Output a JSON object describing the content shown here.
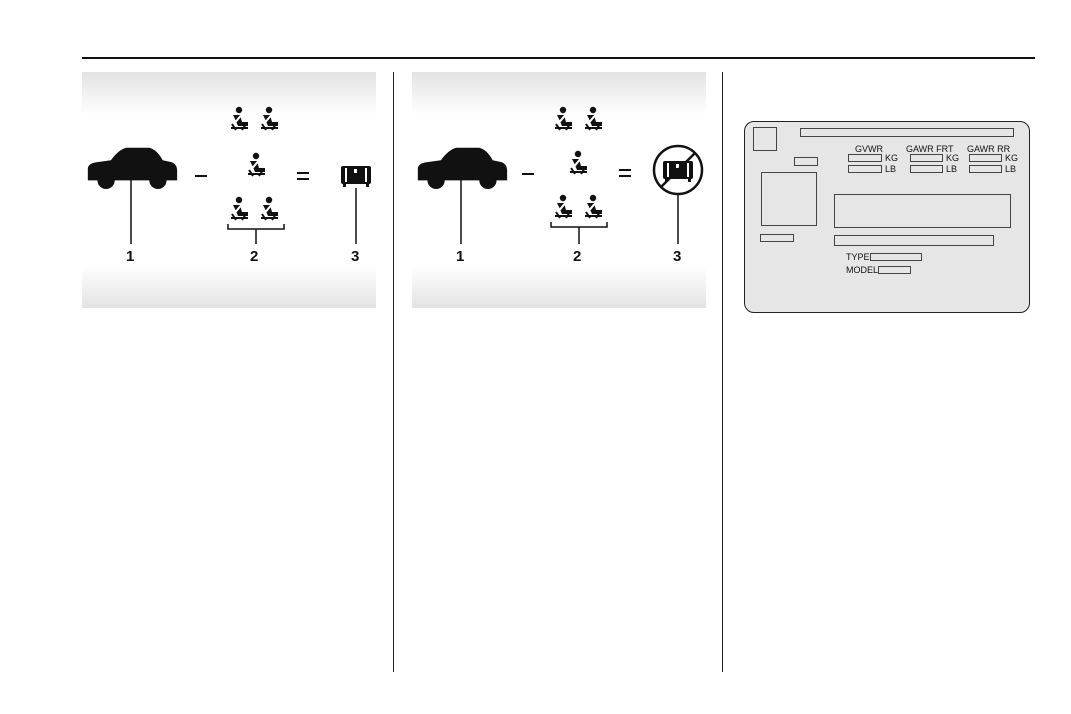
{
  "figure1": {
    "callouts": [
      "1",
      "2",
      "3"
    ]
  },
  "figure2": {
    "callouts": [
      "1",
      "2",
      "3"
    ]
  },
  "label": {
    "gvwr": "GVWR",
    "gawr_frt": "GAWR FRT",
    "gawr_rr": "GAWR RR",
    "kg": "KG",
    "lb": "LB",
    "type": "TYPE:",
    "model": "MODEL:"
  },
  "colors": {
    "panel": "#e6e6e6",
    "ink": "#111111"
  }
}
